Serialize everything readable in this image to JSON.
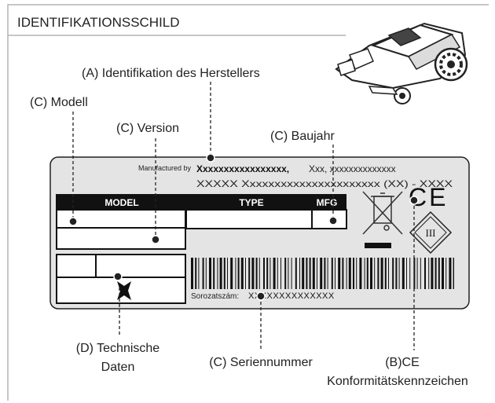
{
  "header": {
    "title": "IDENTIFIKATIONSSCHILD"
  },
  "callouts": {
    "manufacturer": "(A) Identifikation des Herstellers",
    "model": "(C) Modell",
    "version": "(C) Version",
    "year": "(C) Baujahr",
    "technical_line1": "(D) Technische",
    "technical_line2": "Daten",
    "serial": "(C) Seriennummer",
    "ce_line1": "(B)CE",
    "ce_line2": "Konformitätskennzeichen"
  },
  "plate": {
    "manufactured_by": "Manufactured by",
    "manufacturer_name": "Xxxxxxxxxxxxxxxxx,",
    "manufacturer_address1": "Xxx, xxxxxxxxxxxxxx",
    "manufacturer_address2": "XXXXX Xxxxxxxxxxxxxxxxxxxxxx (XX) - XXXX",
    "col_model": "MODEL",
    "col_type": "TYPE",
    "col_mfg": "MFG",
    "serial_label": "Sorozatszám:",
    "serial_value": "XXXXXXXXXXXXXX",
    "ce_mark": "CE",
    "class_mark": "III"
  },
  "colors": {
    "plate_bg": "#e4e4e4",
    "ink": "#1a1a1a",
    "frame": "#b4b4b4"
  }
}
